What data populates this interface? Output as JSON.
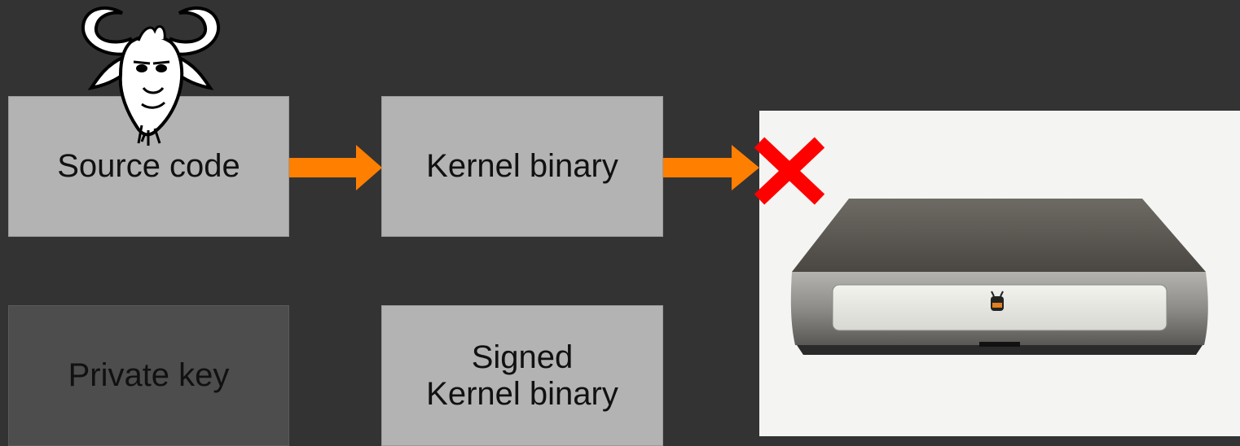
{
  "boxes": {
    "source_code": "Source code",
    "kernel_binary": "Kernel binary",
    "private_key": "Private key",
    "signed_kernel_line1": "Signed",
    "signed_kernel_line2": "Kernel binary"
  },
  "images": {
    "gnu_logo": "gnu-head-logo",
    "device_photo": "tivo-set-top-box",
    "blocked_mark": "red-x-icon",
    "device_logo_text": "TiVo"
  },
  "colors": {
    "background": "#333333",
    "box_light": "#b3b3b3",
    "box_dark": "#4d4d4d",
    "arrow": "#ff7f00",
    "cross": "#ff0000"
  }
}
